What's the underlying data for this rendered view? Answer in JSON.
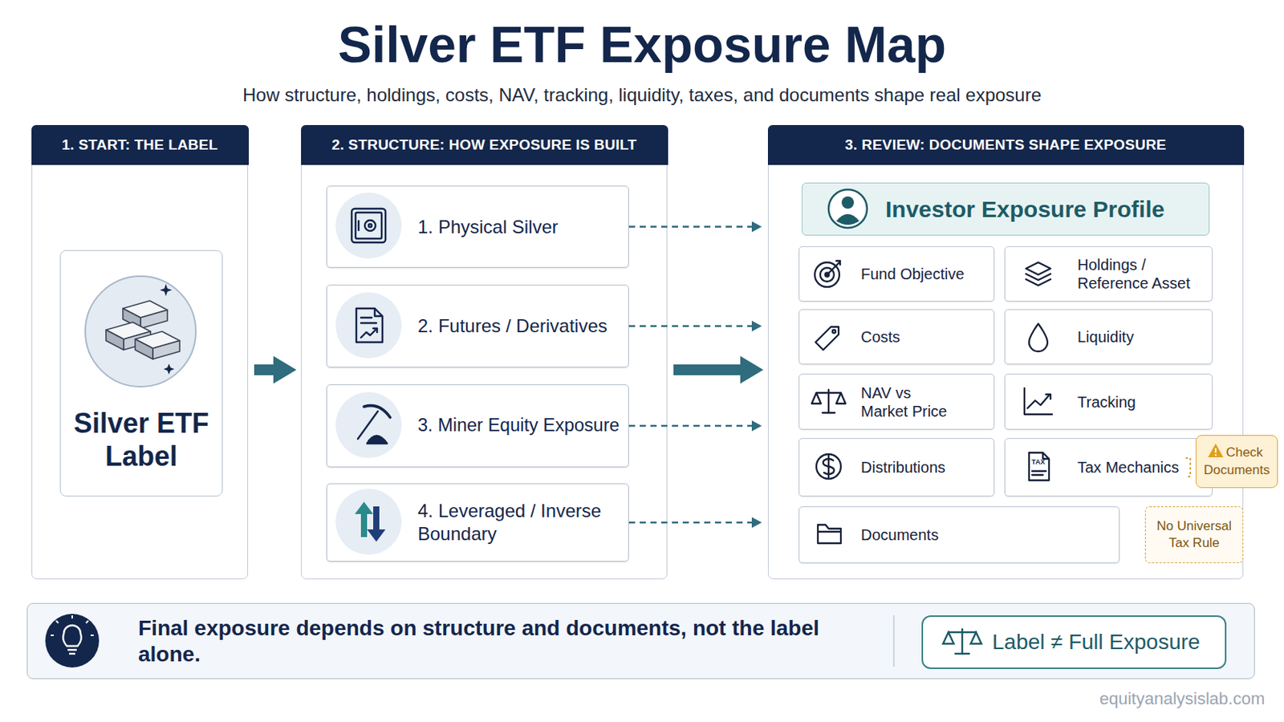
{
  "diagram": {
    "title": "Silver ETF Exposure Map",
    "caption": "How structure, holdings, costs, NAV, tracking, liquidity, taxes, and documents shape real exposure",
    "nodes": [
      {
        "text": [
          "1. START: THE LABEL"
        ]
      },
      {
        "text": [
          "Silver ETF Label"
        ],
        "in": 0
      },
      {
        "text": [
          "2. STRUCTURE: HOW EXPOSURE IS BUILT"
        ]
      },
      {
        "text": [
          "1. Physical Silver"
        ],
        "in": 2
      },
      {
        "text": [
          "2. Futures / Derivatives"
        ],
        "in": 2
      },
      {
        "text": [
          "3. Miner Equity Exposure"
        ],
        "in": 2
      },
      {
        "text": [
          "4. Leveraged / Inverse Boundary"
        ],
        "in": 2
      },
      {
        "text": [
          "3. REVIEW: DOCUMENTS SHAPE EXPOSURE"
        ]
      },
      {
        "text": [
          "Investor Exposure Profile"
        ],
        "in": 7
      },
      {
        "text": [
          "Fund Objective"
        ],
        "in": 7
      },
      {
        "text": [
          "Holdings / Reference Asset"
        ],
        "in": 7
      },
      {
        "text": [
          "Costs"
        ],
        "in": 7
      },
      {
        "text": [
          "Liquidity"
        ],
        "in": 7
      },
      {
        "text": [
          "NAV vs Market Price"
        ],
        "in": 7
      },
      {
        "text": [
          "Tracking"
        ],
        "in": 7
      },
      {
        "text": [
          "Distributions"
        ],
        "in": 7
      },
      {
        "text": [
          "Tax Mechanics"
        ],
        "in": 7
      },
      {
        "text": [
          "Check Documents"
        ]
      },
      {
        "text": [
          "Documents"
        ],
        "in": 7
      },
      {
        "text": [
          "No Universal Tax Rule"
        ],
        "in": 7
      },
      {
        "text": [
          "Final exposure depends on structure and documents, not the label alone."
        ]
      },
      {
        "text": [
          "Label ≠ Full Exposure"
        ],
        "in": 20
      }
    ],
    "edges": [
      {
        "from": 0,
        "to": 2,
        "arrow": "to"
      },
      {
        "from": 2,
        "to": 7,
        "arrow": "to"
      },
      {
        "from": 3,
        "to": 7,
        "arrow": "to"
      },
      {
        "from": 4,
        "to": 7,
        "arrow": "to"
      },
      {
        "from": 5,
        "to": 7,
        "arrow": "to"
      },
      {
        "from": 6,
        "to": 7,
        "arrow": "to"
      }
    ],
    "labels": [
      "TAX",
      "equityanalysislab.com"
    ]
  }
}
